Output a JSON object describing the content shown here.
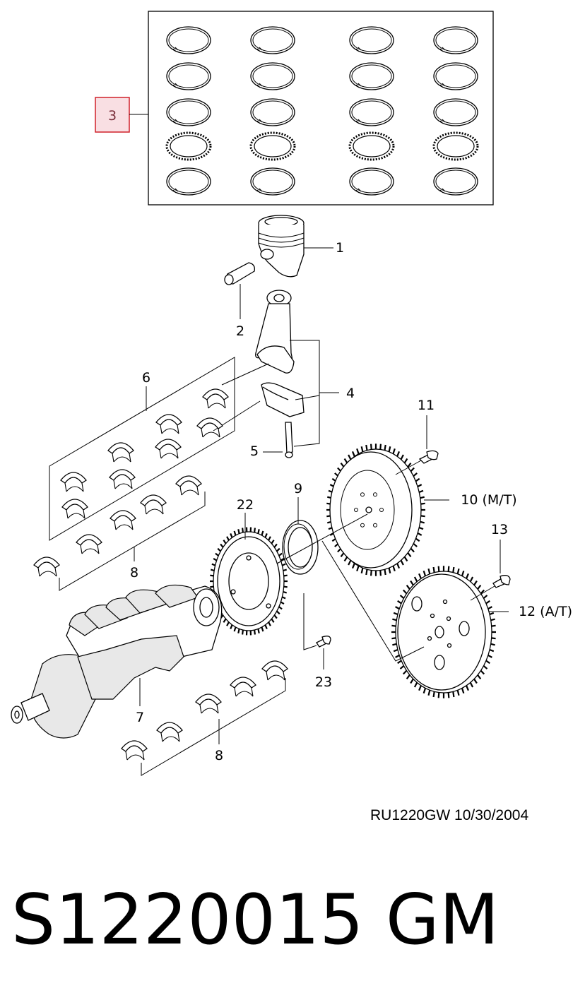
{
  "diagram": {
    "callouts": {
      "c1": "1",
      "c2": "2",
      "c3": "3",
      "c4": "4",
      "c5": "5",
      "c6": "6",
      "c7": "7",
      "c8a": "8",
      "c8b": "8",
      "c9": "9",
      "c10": "10 (M/T)",
      "c11": "11",
      "c12": "12  (A/T)",
      "c13": "13",
      "c22": "22",
      "c23": "23"
    },
    "highlight_color": "#f9dfe3",
    "highlight_border": "#d0202a",
    "reference": "RU1220GW  10/30/2004",
    "part_number": "S1220015   GM"
  }
}
